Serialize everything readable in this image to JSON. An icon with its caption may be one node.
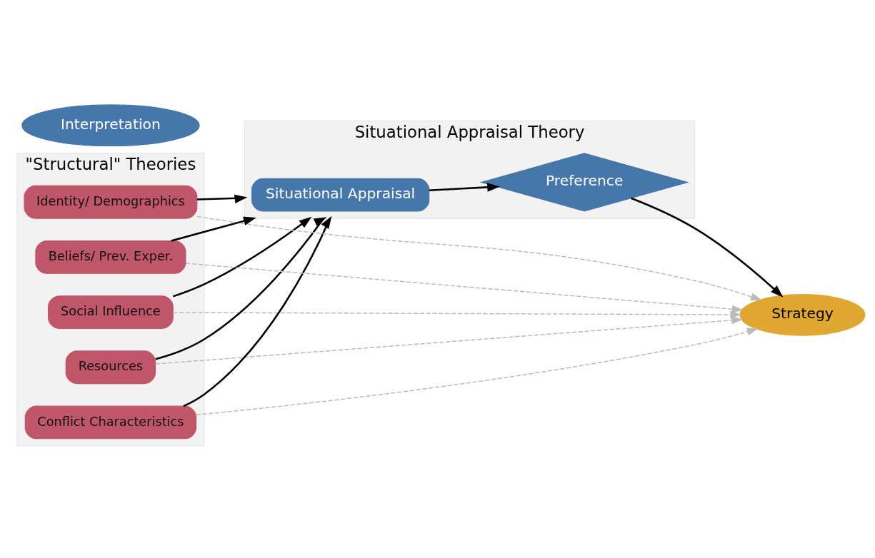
{
  "diagram": {
    "nodes": [
      {
        "text": [
          "\"Structural\" Theories"
        ]
      },
      {
        "text": [
          "Social Influence"
        ],
        "in": 0
      },
      {
        "text": [
          "Resources"
        ],
        "in": 0
      },
      {
        "text": [
          "Conflict Characteristics"
        ],
        "in": 0
      },
      {
        "text": [
          "Identity/ Demographics"
        ],
        "in": 0
      },
      {
        "text": [
          "Beliefs/ Prev. Exper."
        ],
        "in": 0
      },
      {
        "text": [
          "Interpretation"
        ]
      },
      {
        "text": [
          "Situational Appraisal Theory"
        ]
      },
      {
        "text": [
          "Situational Appraisal"
        ],
        "in": 7
      },
      {
        "text": [
          "Preference"
        ],
        "in": 7
      },
      {
        "text": [
          "Strategy"
        ]
      }
    ],
    "edges": [
      {
        "from": 1,
        "to": 7,
        "arrow": "to"
      },
      {
        "from": 2,
        "to": 7,
        "arrow": "to"
      },
      {
        "from": 3,
        "to": 7,
        "arrow": "to"
      },
      {
        "from": 4,
        "to": 7,
        "arrow": "to"
      },
      {
        "from": 5,
        "to": 7,
        "arrow": "to"
      },
      {
        "from": 8,
        "to": 9,
        "arrow": "to"
      },
      {
        "from": 9,
        "to": 10,
        "arrow": "to"
      },
      {
        "from": 1,
        "to": 10,
        "arrow": "to",
        "style": "dashed",
        "color": "#bbbbbb"
      },
      {
        "from": 2,
        "to": 10,
        "arrow": "to",
        "style": "dashed",
        "color": "#bbbbbb"
      },
      {
        "from": 3,
        "to": 10,
        "arrow": "to",
        "style": "dashed",
        "color": "#bbbbbb"
      },
      {
        "from": 4,
        "to": 10,
        "arrow": "to",
        "style": "dashed",
        "color": "#bbbbbb"
      },
      {
        "from": 5,
        "to": 10,
        "arrow": "to",
        "style": "dashed",
        "color": "#bbbbbb"
      }
    ]
  }
}
